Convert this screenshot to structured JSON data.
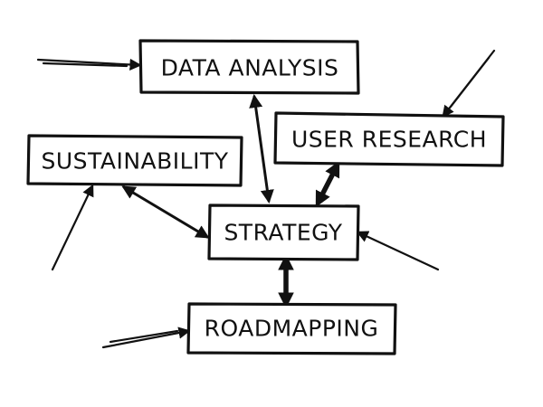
{
  "diagram": {
    "nodes": {
      "data_analysis": "DATA ANALYSIS",
      "user_research": "USER RESEARCH",
      "sustainability": "SUSTAINABILITY",
      "strategy": "STRATEGY",
      "roadmapping": "ROADMAPPING"
    },
    "connections": [
      {
        "from": "data_analysis",
        "to": "strategy",
        "direction": "both"
      },
      {
        "from": "user_research",
        "to": "strategy",
        "direction": "both"
      },
      {
        "from": "sustainability",
        "to": "strategy",
        "direction": "both"
      },
      {
        "from": "strategy",
        "to": "roadmapping",
        "direction": "both"
      }
    ],
    "incoming_arrows": [
      "data_analysis",
      "user_research",
      "sustainability",
      "strategy",
      "roadmapping"
    ],
    "colors": {
      "ink": "#111111",
      "background": "#ffffff"
    }
  }
}
